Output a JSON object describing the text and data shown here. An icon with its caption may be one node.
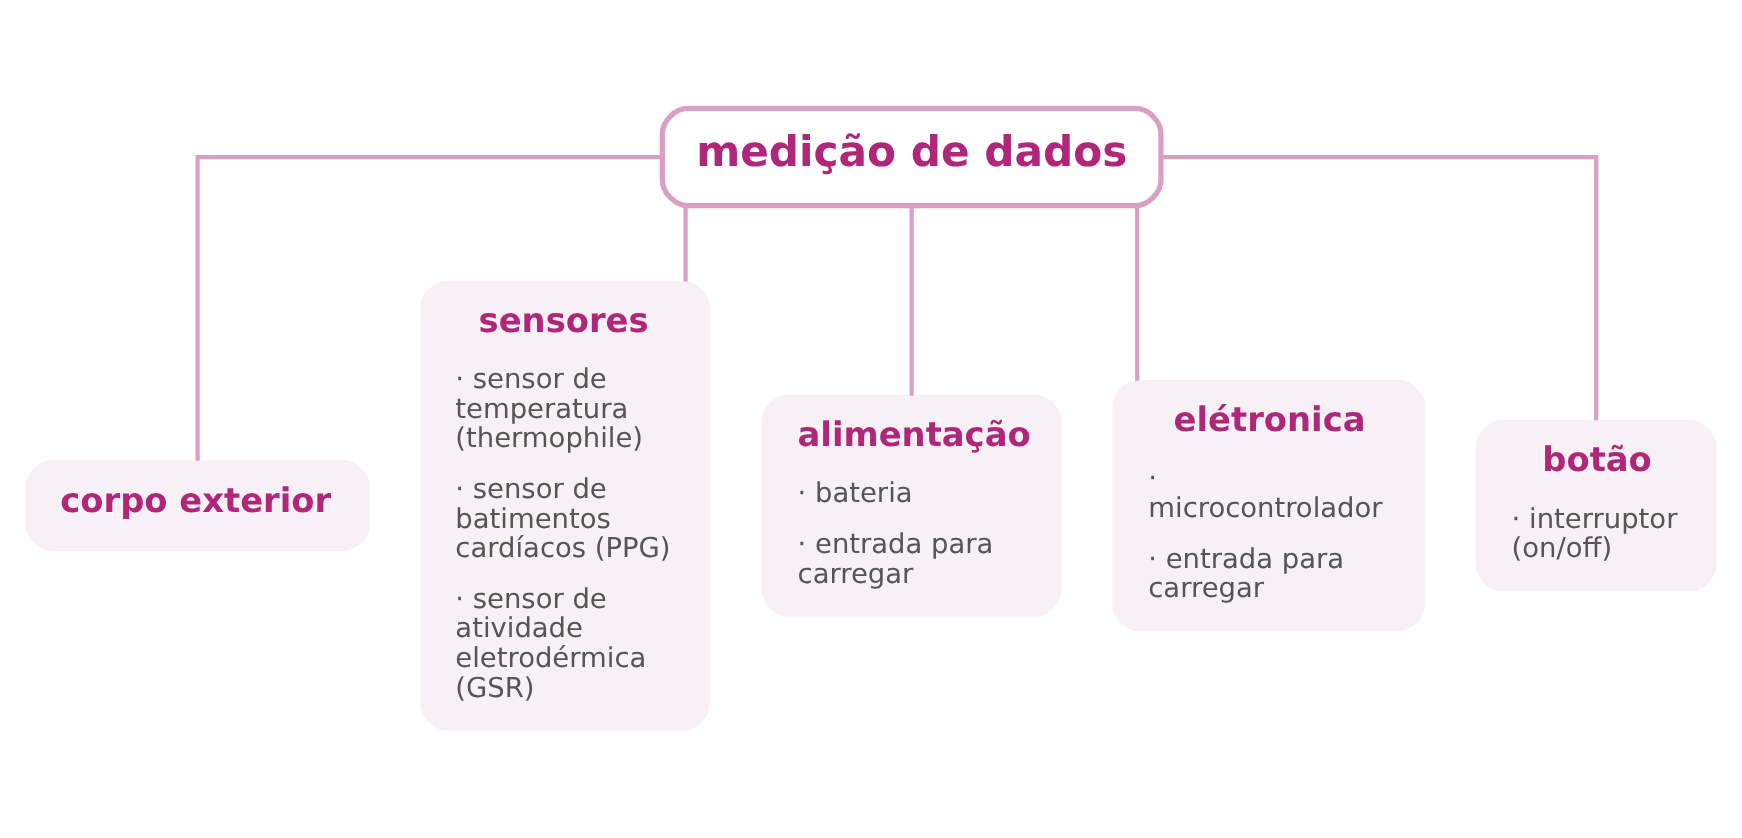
{
  "diagram": {
    "nodes": [
      {
        "text": [
          "medição de dados"
        ]
      },
      {
        "text": [
          "corpo exterior"
        ]
      },
      {
        "text": [
          "sensores",
          "· sensor de temperatura (thermophile)",
          "· sensor de batimentos cardíacos (PPG)",
          "· sensor de atividade eletrodérmica (GSR)"
        ]
      },
      {
        "text": [
          "alimentação",
          "· bateria",
          "· entrada para carregar"
        ]
      },
      {
        "text": [
          "elétronica",
          "· microcontrolador",
          "· entrada para carregar"
        ]
      },
      {
        "text": [
          "botão",
          "· interruptor (on/off)"
        ]
      }
    ],
    "edges": [
      {
        "from": 0,
        "to": 1,
        "arrow": "none"
      },
      {
        "from": 0,
        "to": 2,
        "arrow": "none"
      },
      {
        "from": 0,
        "to": 3,
        "arrow": "none"
      },
      {
        "from": 0,
        "to": 4,
        "arrow": "none"
      },
      {
        "from": 0,
        "to": 5,
        "arrow": "none"
      }
    ]
  }
}
